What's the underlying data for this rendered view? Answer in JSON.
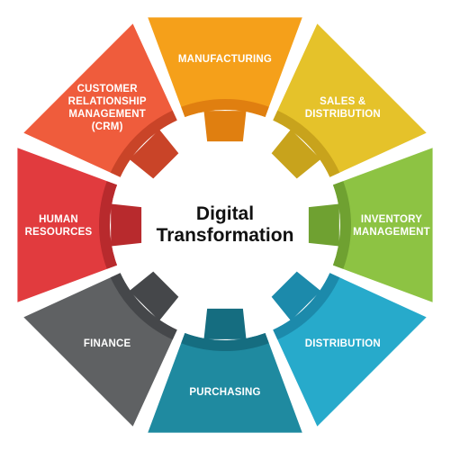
{
  "center": {
    "line1": "Digital",
    "line2": "Transformation"
  },
  "segments": [
    {
      "lines": [
        "MANUFACTURING"
      ],
      "color": "#f5a01a",
      "dark": "#e07f10"
    },
    {
      "lines": [
        "SALES &",
        "DISTRIBUTION"
      ],
      "color": "#e5c22a",
      "dark": "#c8a31c"
    },
    {
      "lines": [
        "INVENTORY",
        "MANAGEMENT"
      ],
      "color": "#8dc343",
      "dark": "#6fa131"
    },
    {
      "lines": [
        "DISTRIBUTION"
      ],
      "color": "#27aacb",
      "dark": "#1c8aab"
    },
    {
      "lines": [
        "PURCHASING"
      ],
      "color": "#1f8aa0",
      "dark": "#156d80"
    },
    {
      "lines": [
        "FINANCE"
      ],
      "color": "#5f6163",
      "dark": "#45474a"
    },
    {
      "lines": [
        "HUMAN",
        "RESOURCES"
      ],
      "color": "#e13b3e",
      "dark": "#b82a2d"
    },
    {
      "lines": [
        "CUSTOMER",
        "RELATIONSHIP",
        "MANAGEMENT",
        "(CRM)"
      ],
      "color": "#ef5c3c",
      "dark": "#c94428"
    }
  ]
}
